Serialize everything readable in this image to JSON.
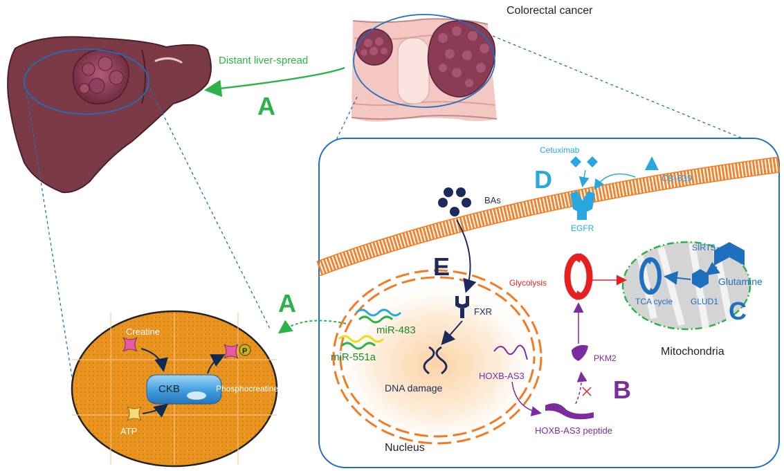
{
  "colors": {
    "green": "#2db24a",
    "dark_green": "#1a8a2c",
    "blue": "#1f6fbf",
    "light_blue": "#29a8e0",
    "navy": "#1c2a5e",
    "purple": "#7b2d9e",
    "red": "#e62020",
    "orange": "#f47a20",
    "liver": "#7a3b46",
    "tumor": "#8a3c55"
  },
  "labels": {
    "colorectal_cancer": "Colorectal cancer",
    "distant_liver_spread": "Distant liver-spread",
    "section_a_top": "A",
    "section_a_mid": "A",
    "section_b": "B",
    "section_c": "C",
    "section_d": "D",
    "section_e": "E",
    "cetuximab": "Cetuximab",
    "cb839": "CB-839",
    "egfr": "EGFR",
    "bas": "BAs",
    "sirt5": "SIRT5",
    "glutamine": "Glutamine",
    "glud1": "GLUD1",
    "tca_cycle": "TCA cycle",
    "glycolysis": "Glycolysis",
    "mitochondria": "Mitochondria",
    "fxr": "FXR",
    "dna_damage": "DNA damage",
    "mir483": "miR-483",
    "mir551a": "miR-551a",
    "hoxb_as3": "HOXB-AS3",
    "hoxb_as3_peptide": "HOXB-AS3 peptide",
    "pkm2": "PKM2",
    "nucleus": "Nucleus",
    "creatine": "Creatine",
    "ckb": "CKB",
    "atp": "ATP",
    "phosphocreatine": "Phosphocreatine",
    "p_symbol": "P"
  }
}
